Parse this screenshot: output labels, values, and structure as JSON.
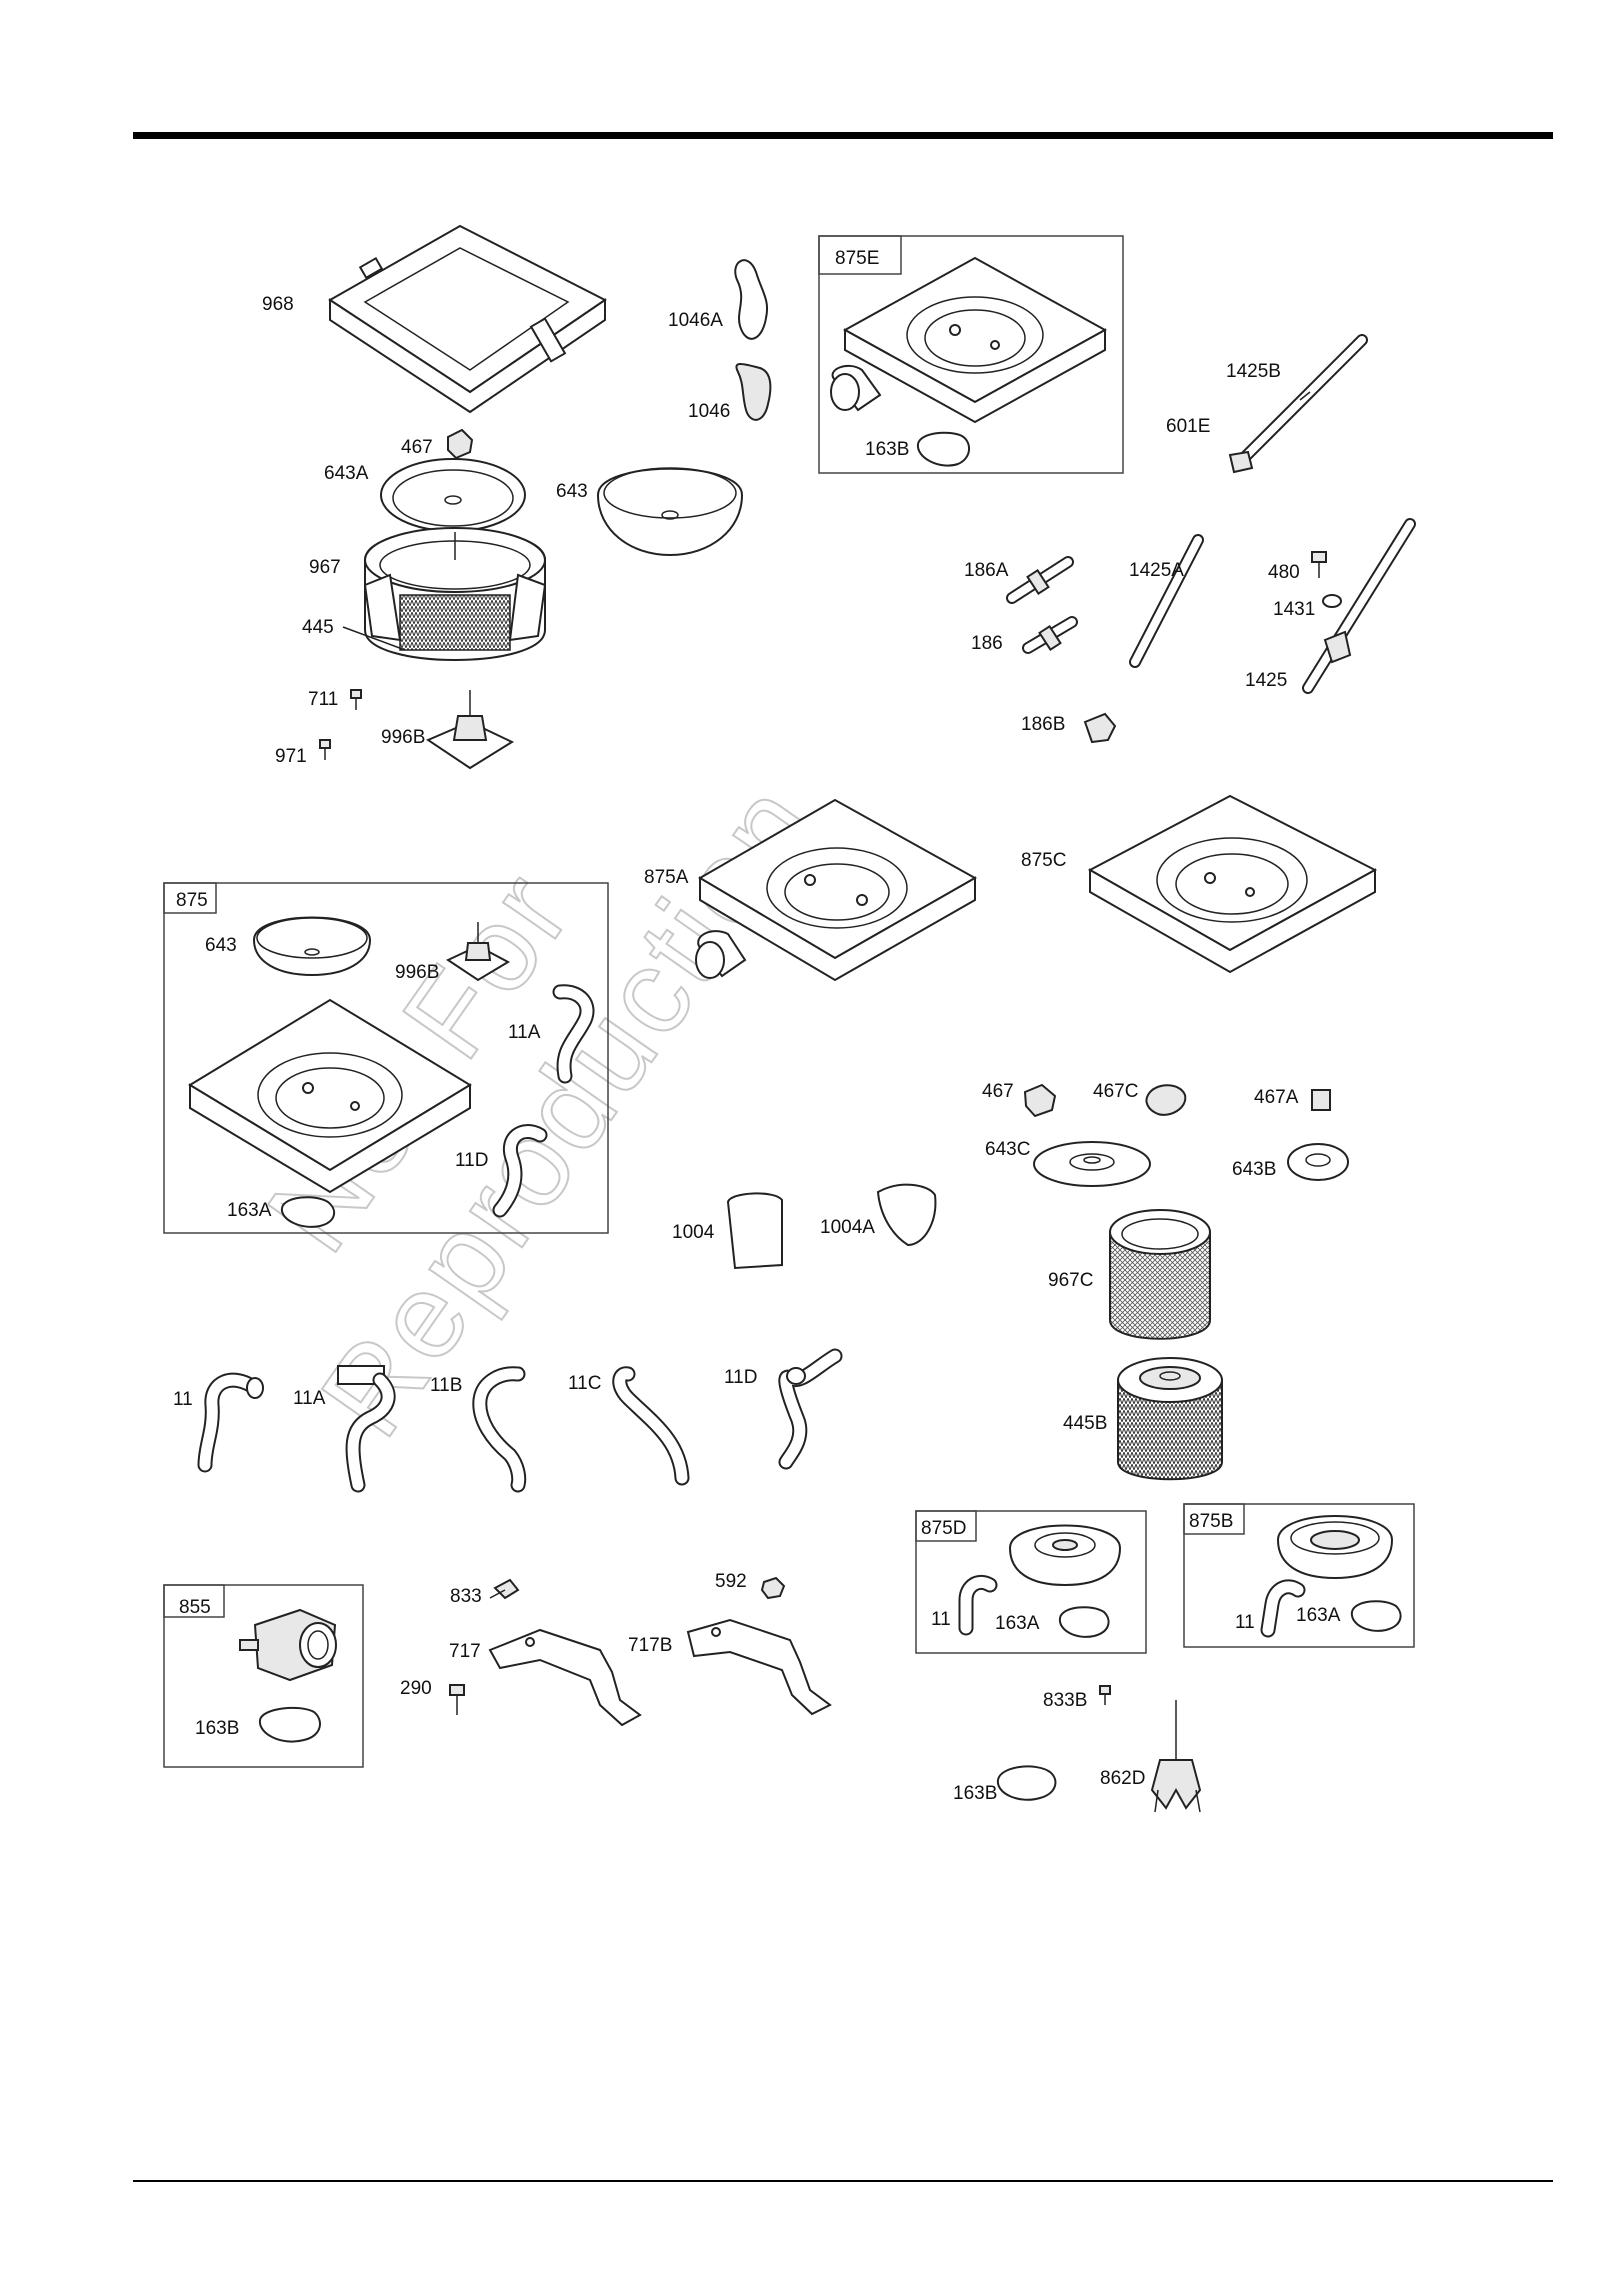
{
  "watermark": [
    "Not For",
    "Reproduction"
  ],
  "groups": [
    {
      "id": "875E",
      "label": "875E"
    },
    {
      "id": "875",
      "label": "875"
    },
    {
      "id": "875D",
      "label": "875D"
    },
    {
      "id": "875B",
      "label": "875B"
    },
    {
      "id": "855",
      "label": "855"
    }
  ],
  "callouts": {
    "p968": "968",
    "p1046A": "1046A",
    "p1046": "1046",
    "p467_top": "467",
    "p643A": "643A",
    "p643_top": "643",
    "p967": "967",
    "p445": "445",
    "p711": "711",
    "p971": "971",
    "p996B_top": "996B",
    "p163B_875E": "163B",
    "p1425B": "1425B",
    "p601E": "601E",
    "p186A": "186A",
    "p186": "186",
    "p1425A": "1425A",
    "p480": "480",
    "p1431": "1431",
    "p1425": "1425",
    "p186B": "186B",
    "p875A": "875A",
    "p875C": "875C",
    "p643_875": "643",
    "p996B_875": "996B",
    "p11A_875": "11A",
    "p11D_875": "11D",
    "p163A_875": "163A",
    "p1004": "1004",
    "p1004A": "1004A",
    "p467_mid": "467",
    "p467C": "467C",
    "p467A": "467A",
    "p643C": "643C",
    "p643B": "643B",
    "p967C": "967C",
    "p445B": "445B",
    "p11": "11",
    "p11A": "11A",
    "p11B": "11B",
    "p11C": "11C",
    "p11D": "11D",
    "p11_875D": "11",
    "p163A_875D": "163A",
    "p11_875B": "11",
    "p163A_875B": "163A",
    "p833": "833",
    "p592": "592",
    "p717": "717",
    "p717B": "717B",
    "p290": "290",
    "p163B_855": "163B",
    "p833B": "833B",
    "p163B_bot": "163B",
    "p862D": "862D"
  }
}
